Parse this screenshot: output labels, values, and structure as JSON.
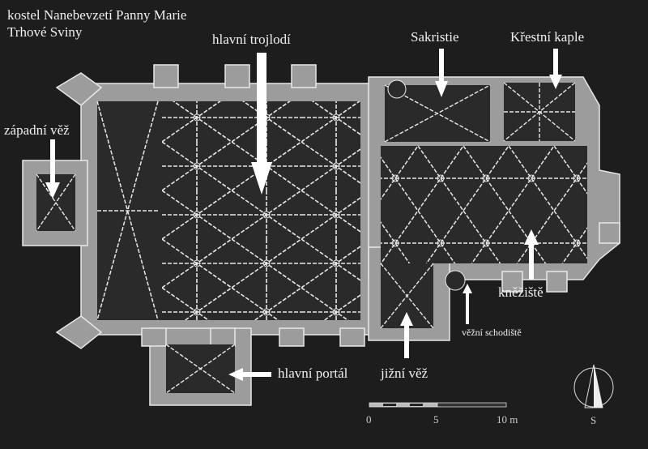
{
  "title": {
    "line1": "kostel Nanebevzetí Panny Marie",
    "line2": "Trhové Sviny"
  },
  "labels": {
    "nave": "hlavní trojlodí",
    "sacristy": "Sakristie",
    "baptism_chapel": "Křestní kaple",
    "west_tower": "západní věž",
    "presbytery": "kněžiště",
    "tower_staircase": "věžní schodiště",
    "south_tower": "jižní věž",
    "main_portal": "hlavní portál"
  },
  "scale_bar": {
    "ticks": [
      "0",
      "5",
      "10 m"
    ]
  },
  "compass": {
    "label": "S"
  },
  "colors": {
    "background": "#1d1d1d",
    "wall": "#9c9c9c",
    "rib": "#e8e8e8",
    "arrow": "#ffffff"
  }
}
